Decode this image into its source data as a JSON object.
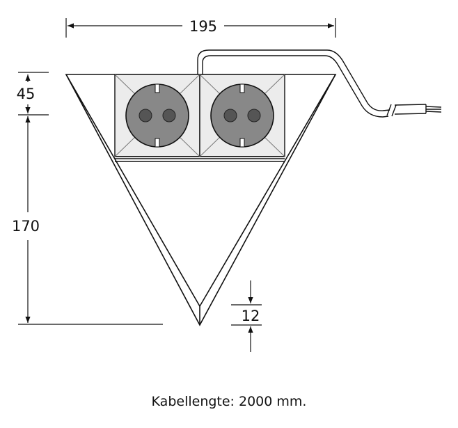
{
  "dimensions": {
    "width": "195",
    "top_height": "45",
    "total_height": "170",
    "thickness": "12"
  },
  "caption": "Kabellengte: 2000 mm."
}
